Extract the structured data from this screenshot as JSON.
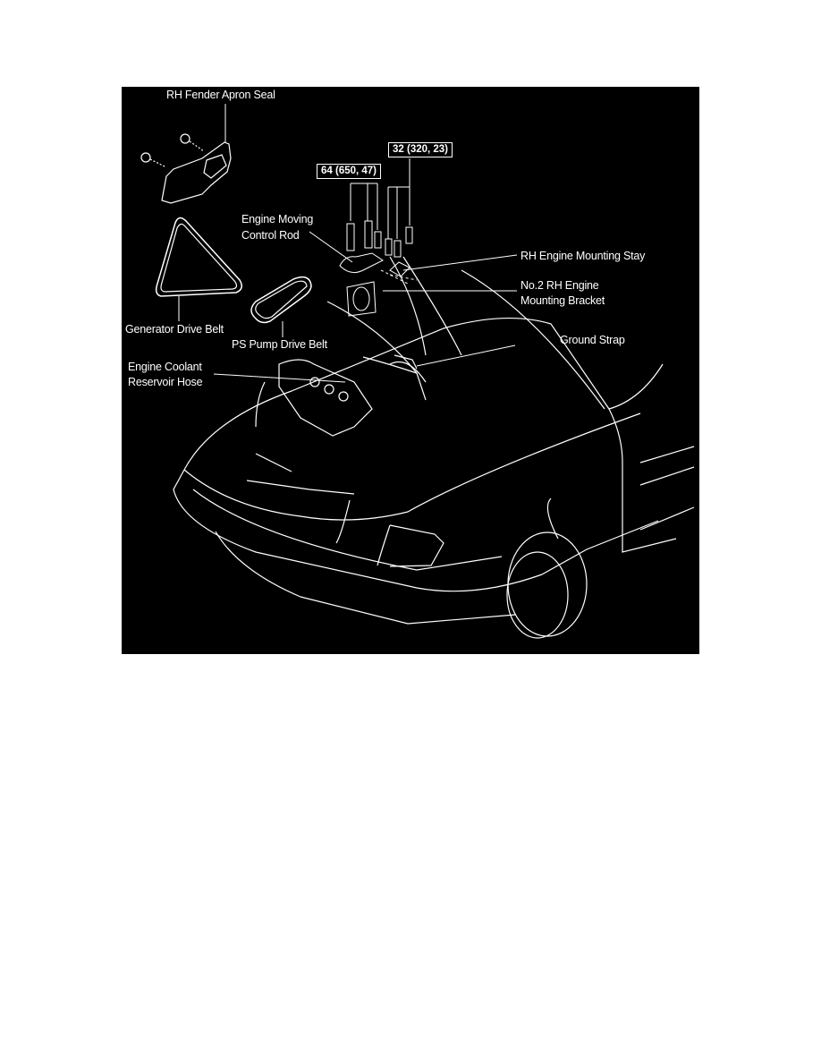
{
  "figure": {
    "background": "#000000",
    "line_color": "#ffffff",
    "labels": {
      "fender_apron_seal": "RH Fender Apron Seal",
      "engine_moving_control_rod_1": "Engine Moving",
      "engine_moving_control_rod_2": "Control Rod",
      "rh_engine_mounting_stay": "RH Engine Mounting Stay",
      "no2_bracket_1": "No.2 RH Engine",
      "no2_bracket_2": "Mounting Bracket",
      "generator_drive_belt": "Generator Drive Belt",
      "ps_pump_drive_belt": "PS Pump Drive Belt",
      "ground_strap": "Ground Strap",
      "coolant_hose_1": "Engine  Coolant",
      "coolant_hose_2": "Reservoir Hose"
    },
    "torque_specs": {
      "spec_a": "64 (650, 47)",
      "spec_b": "32 (320, 23)"
    }
  }
}
